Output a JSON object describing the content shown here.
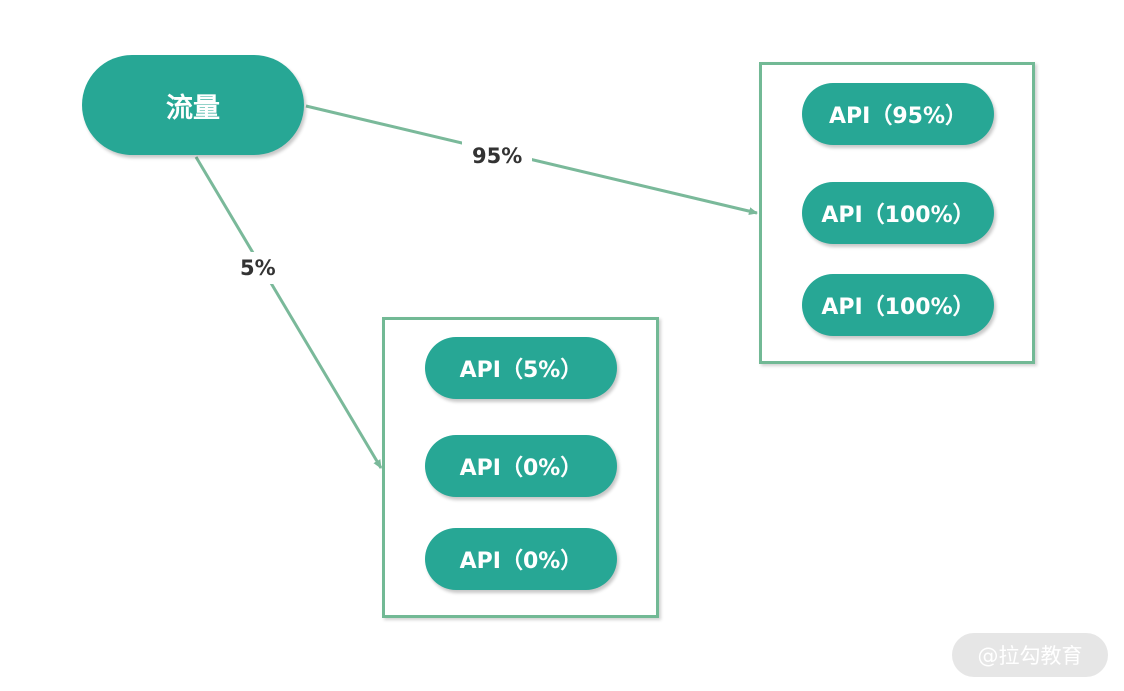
{
  "diagram": {
    "source": {
      "label": "流量"
    },
    "edges": [
      {
        "label": "95%",
        "target": "main"
      },
      {
        "label": "5%",
        "target": "canary"
      }
    ],
    "groups": {
      "main": {
        "nodes": [
          {
            "label": "API（95%）"
          },
          {
            "label": "API（100%）"
          },
          {
            "label": "API（100%）"
          }
        ]
      },
      "canary": {
        "nodes": [
          {
            "label": "API（5%）"
          },
          {
            "label": "API（0%）"
          },
          {
            "label": "API（0%）"
          }
        ]
      }
    },
    "colors": {
      "node_fill": "#27a795",
      "node_text": "#ffffff",
      "group_border": "#72b995",
      "connector": "#7ab99a",
      "edge_label_text": "#333333",
      "watermark_bg": "#e6e6e6"
    }
  },
  "watermark": {
    "text": "@拉勾教育"
  }
}
